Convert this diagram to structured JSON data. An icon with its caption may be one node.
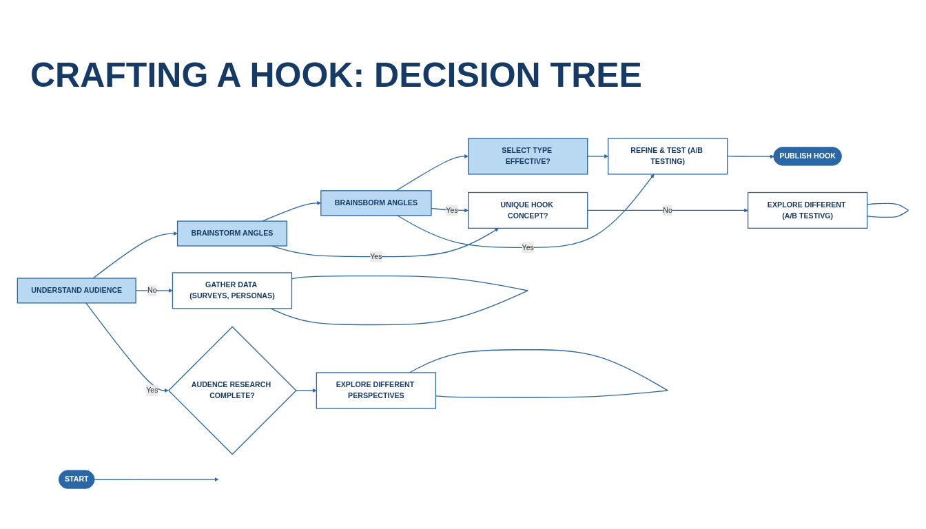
{
  "diagram": {
    "title": "CRAFTING A HOOK: DECISION TREE",
    "nodes": [
      {
        "text": [
          "START"
        ]
      },
      {
        "text": [
          "UNDERSTAND AUDIENCE"
        ]
      },
      {
        "text": [
          "BRAINSTORM ANGLES"
        ]
      },
      {
        "text": [
          "BRAINSBORM ANGLES"
        ]
      },
      {
        "text": [
          "SELECT TYPE EFFECTIVE?"
        ]
      },
      {
        "text": [
          "GATHER DATA (SURVEYS, PERSONAS)"
        ]
      },
      {
        "text": [
          "AUDENCE RESEARCH COMPLETE?"
        ]
      },
      {
        "text": [
          "EXPLORE DIFFERENT PERSPECTIVES"
        ]
      },
      {
        "text": [
          "UNIQUE HOOK CONCEPT?"
        ]
      },
      {
        "text": [
          "EXPLORE DIFFERENT (A/B TESTIVG)"
        ]
      },
      {
        "text": [
          "REFINE & TEST (A/B TESTING)"
        ]
      },
      {
        "text": [
          "PUBLISH HOOK"
        ]
      }
    ],
    "edges": [
      {
        "from": 0,
        "to": null,
        "arrow": "to"
      },
      {
        "from": 1,
        "to": 2,
        "arrow": "to"
      },
      {
        "from": 2,
        "to": 3,
        "arrow": "to"
      },
      {
        "from": 3,
        "to": 4,
        "arrow": "to"
      },
      {
        "from": 1,
        "to": 5,
        "arrow": "to",
        "label": "No"
      },
      {
        "from": 5,
        "to": 5,
        "arrow": "none"
      },
      {
        "from": 1,
        "to": 6,
        "arrow": "to",
        "label": "Yes"
      },
      {
        "from": 6,
        "to": 7,
        "arrow": "to"
      },
      {
        "from": 7,
        "to": 7,
        "arrow": "none"
      },
      {
        "from": 2,
        "to": 8,
        "arrow": "to",
        "label": "Yes"
      },
      {
        "from": 3,
        "to": 8,
        "arrow": "to",
        "label": "Yes"
      },
      {
        "from": 8,
        "to": 9,
        "arrow": "to",
        "label": "No"
      },
      {
        "from": 9,
        "to": 9,
        "arrow": "none"
      },
      {
        "from": 3,
        "to": 10,
        "arrow": "to",
        "label": "Yes"
      },
      {
        "from": 4,
        "to": 10,
        "arrow": "to"
      },
      {
        "from": 10,
        "to": 11,
        "arrow": "to"
      }
    ]
  }
}
